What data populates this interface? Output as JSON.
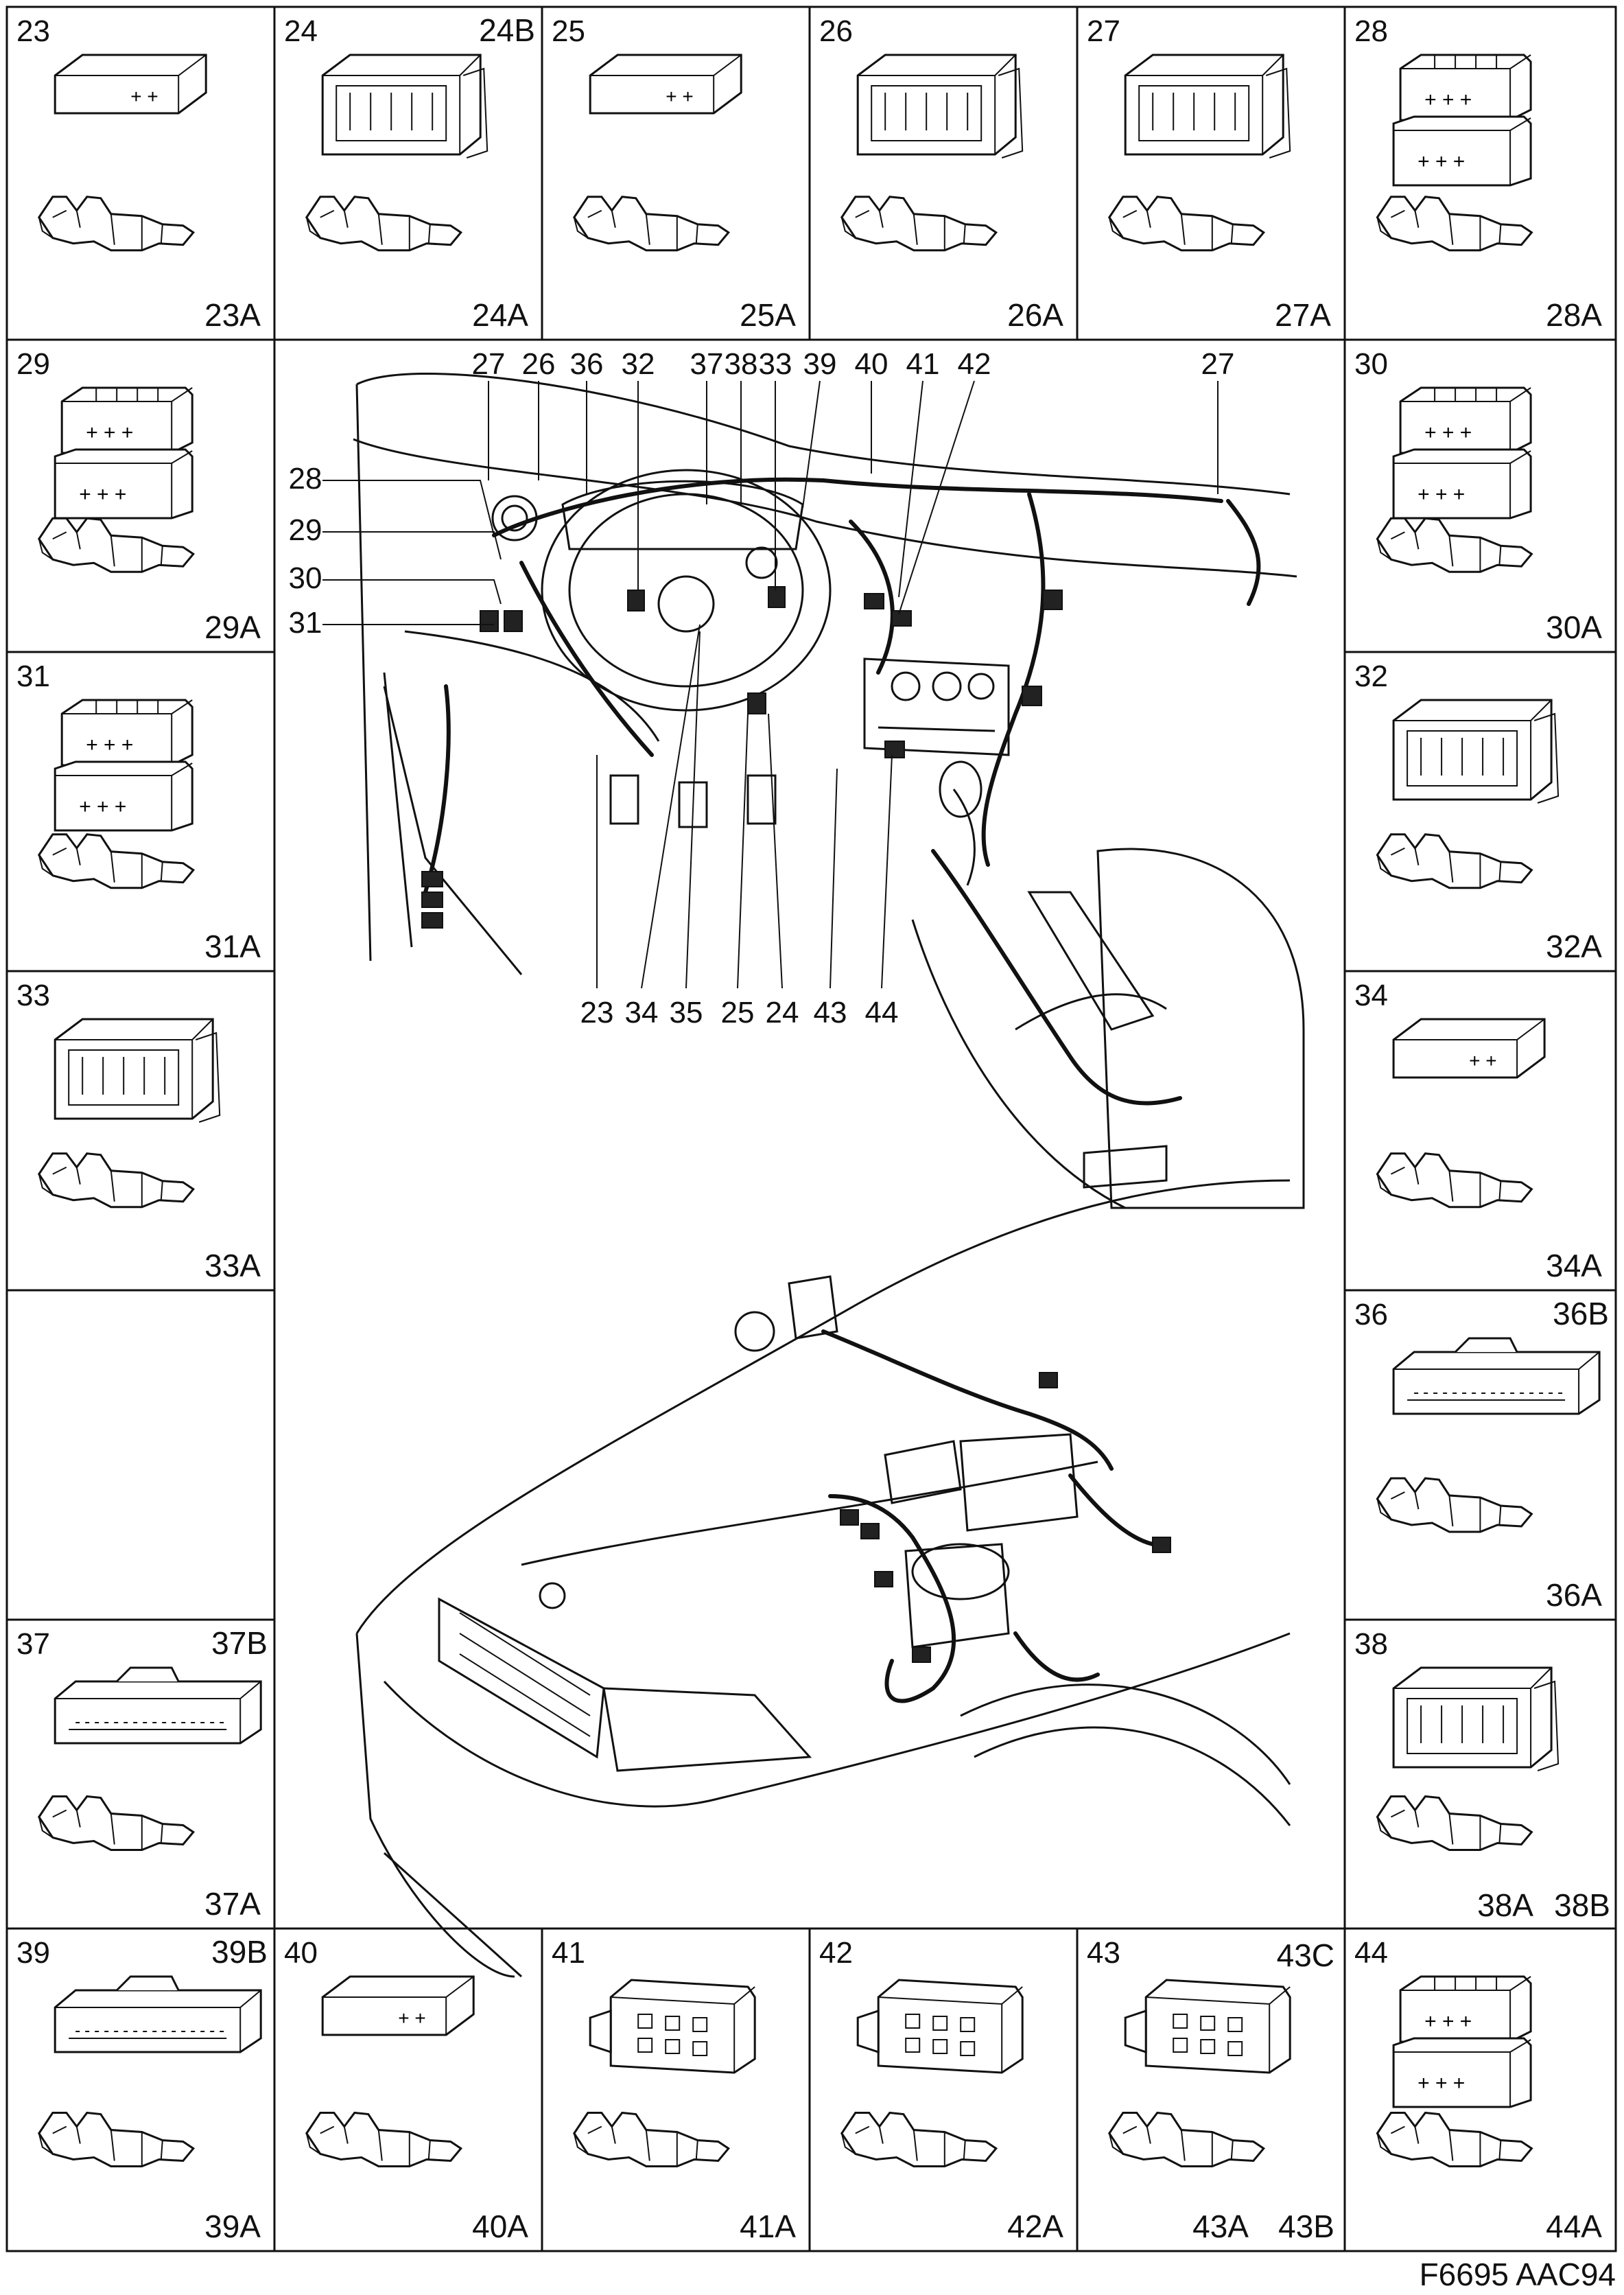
{
  "figure_code": "F6695 AAC94",
  "cells": [
    {
      "id": "23",
      "label": "23",
      "sub": [
        "23A"
      ],
      "kind": "small2",
      "grid": [
        0,
        0
      ]
    },
    {
      "id": "24",
      "label": "24",
      "sub": [
        "24A",
        "24B"
      ],
      "kind": "housing",
      "grid": [
        1,
        0
      ]
    },
    {
      "id": "25",
      "label": "25",
      "sub": [
        "25A"
      ],
      "kind": "small2",
      "grid": [
        2,
        0
      ]
    },
    {
      "id": "26",
      "label": "26",
      "sub": [
        "26A"
      ],
      "kind": "socket",
      "grid": [
        3,
        0
      ]
    },
    {
      "id": "27",
      "label": "27",
      "sub": [
        "27A"
      ],
      "kind": "square",
      "grid": [
        4,
        0
      ]
    },
    {
      "id": "28",
      "label": "28",
      "sub": [
        "28A"
      ],
      "kind": "stack",
      "grid": [
        5,
        0
      ]
    },
    {
      "id": "29",
      "label": "29",
      "sub": [
        "29A"
      ],
      "kind": "stack",
      "grid": [
        0,
        1
      ]
    },
    {
      "id": "30",
      "label": "30",
      "sub": [
        "30A"
      ],
      "kind": "stack",
      "grid": [
        5,
        1
      ]
    },
    {
      "id": "31",
      "label": "31",
      "sub": [
        "31A"
      ],
      "kind": "stack",
      "grid": [
        0,
        2
      ]
    },
    {
      "id": "32",
      "label": "32",
      "sub": [
        "32A"
      ],
      "kind": "box",
      "grid": [
        5,
        2
      ]
    },
    {
      "id": "33",
      "label": "33",
      "sub": [
        "33A"
      ],
      "kind": "box",
      "grid": [
        0,
        3
      ]
    },
    {
      "id": "34",
      "label": "34",
      "sub": [
        "34A"
      ],
      "kind": "small3",
      "grid": [
        5,
        3
      ]
    },
    {
      "id": "36",
      "label": "36",
      "sub": [
        "36A",
        "36B"
      ],
      "kind": "long",
      "grid": [
        5,
        4
      ]
    },
    {
      "id": "37",
      "label": "37",
      "sub": [
        "37A",
        "37B"
      ],
      "kind": "long",
      "grid": [
        0,
        5
      ]
    },
    {
      "id": "38",
      "label": "38",
      "sub": [
        "38A",
        "38B"
      ],
      "kind": "block",
      "grid": [
        5,
        5
      ]
    },
    {
      "id": "39",
      "label": "39",
      "sub": [
        "39A",
        "39B"
      ],
      "kind": "long",
      "grid": [
        0,
        6
      ]
    },
    {
      "id": "40",
      "label": "40",
      "sub": [
        "40A"
      ],
      "kind": "single",
      "grid": [
        1,
        6
      ]
    },
    {
      "id": "41",
      "label": "41",
      "sub": [
        "41A"
      ],
      "kind": "flat",
      "grid": [
        2,
        6
      ]
    },
    {
      "id": "42",
      "label": "42",
      "sub": [
        "42A"
      ],
      "kind": "flat",
      "grid": [
        3,
        6
      ]
    },
    {
      "id": "43",
      "label": "43",
      "sub": [
        "43A",
        "43B",
        "43C"
      ],
      "kind": "round",
      "grid": [
        4,
        6
      ]
    },
    {
      "id": "44",
      "label": "44",
      "sub": [
        "44A"
      ],
      "kind": "stack",
      "grid": [
        5,
        6
      ]
    }
  ],
  "callouts": {
    "top": [
      "27",
      "26",
      "36",
      "32",
      "37",
      "38",
      "33",
      "39",
      "40",
      "41",
      "42",
      "27"
    ],
    "left": [
      "28",
      "29",
      "30",
      "31"
    ],
    "bottom": [
      "23",
      "34",
      "35",
      "25",
      "24",
      "43",
      "44"
    ]
  }
}
